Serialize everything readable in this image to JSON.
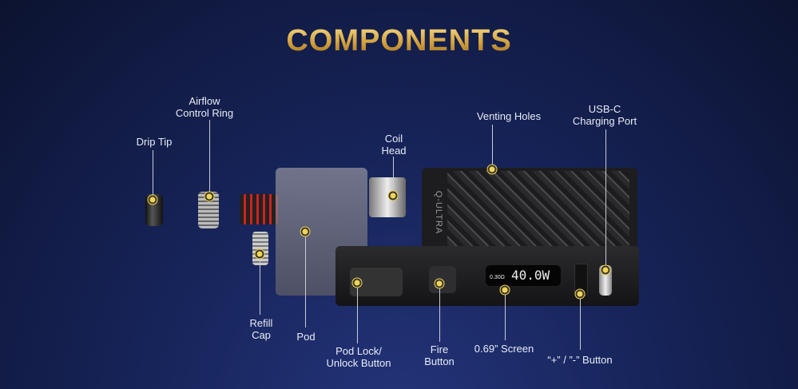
{
  "title": "COMPONENTS",
  "device": {
    "brand_text": "Q-ULTRA",
    "screen_reading": "40.0W",
    "screen_small": "0.30Ω"
  },
  "labels": {
    "drip_tip": "Drip Tip",
    "airflow_ring": [
      "Airflow",
      "Control Ring"
    ],
    "coil_head": [
      "Coil",
      "Head"
    ],
    "venting_holes": "Venting Holes",
    "usb_c": [
      "USB-C",
      "Charging Port"
    ],
    "refill_cap": [
      "Refill",
      "Cap"
    ],
    "pod": "Pod",
    "pod_lock": [
      "Pod Lock/",
      "Unlock Button"
    ],
    "fire_button": [
      "Fire",
      "Button"
    ],
    "screen": "0.69” Screen",
    "plus_minus": "“+” / ”-” Button"
  },
  "colors": {
    "accent_dot": "#f2d35a",
    "background": "#17245a",
    "title_gold": "#d2a03c"
  }
}
